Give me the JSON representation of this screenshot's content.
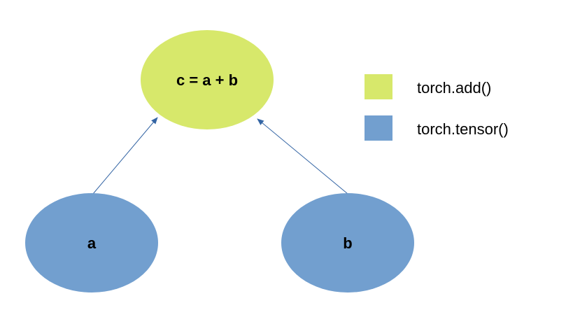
{
  "colors": {
    "add_node": "#d7e86b",
    "tensor_node": "#729fcf",
    "edge": "#3465a4",
    "text": "#000000"
  },
  "nodes": {
    "c": {
      "label": "c = a + b",
      "kind": "add_node"
    },
    "a": {
      "label": "a",
      "kind": "tensor_node"
    },
    "b": {
      "label": "b",
      "kind": "tensor_node"
    }
  },
  "edges": [
    {
      "from": "a",
      "to": "c"
    },
    {
      "from": "b",
      "to": "c"
    }
  ],
  "legend": [
    {
      "label": "torch.add()",
      "color_key": "add_node"
    },
    {
      "label": "torch.tensor()",
      "color_key": "tensor_node"
    }
  ]
}
